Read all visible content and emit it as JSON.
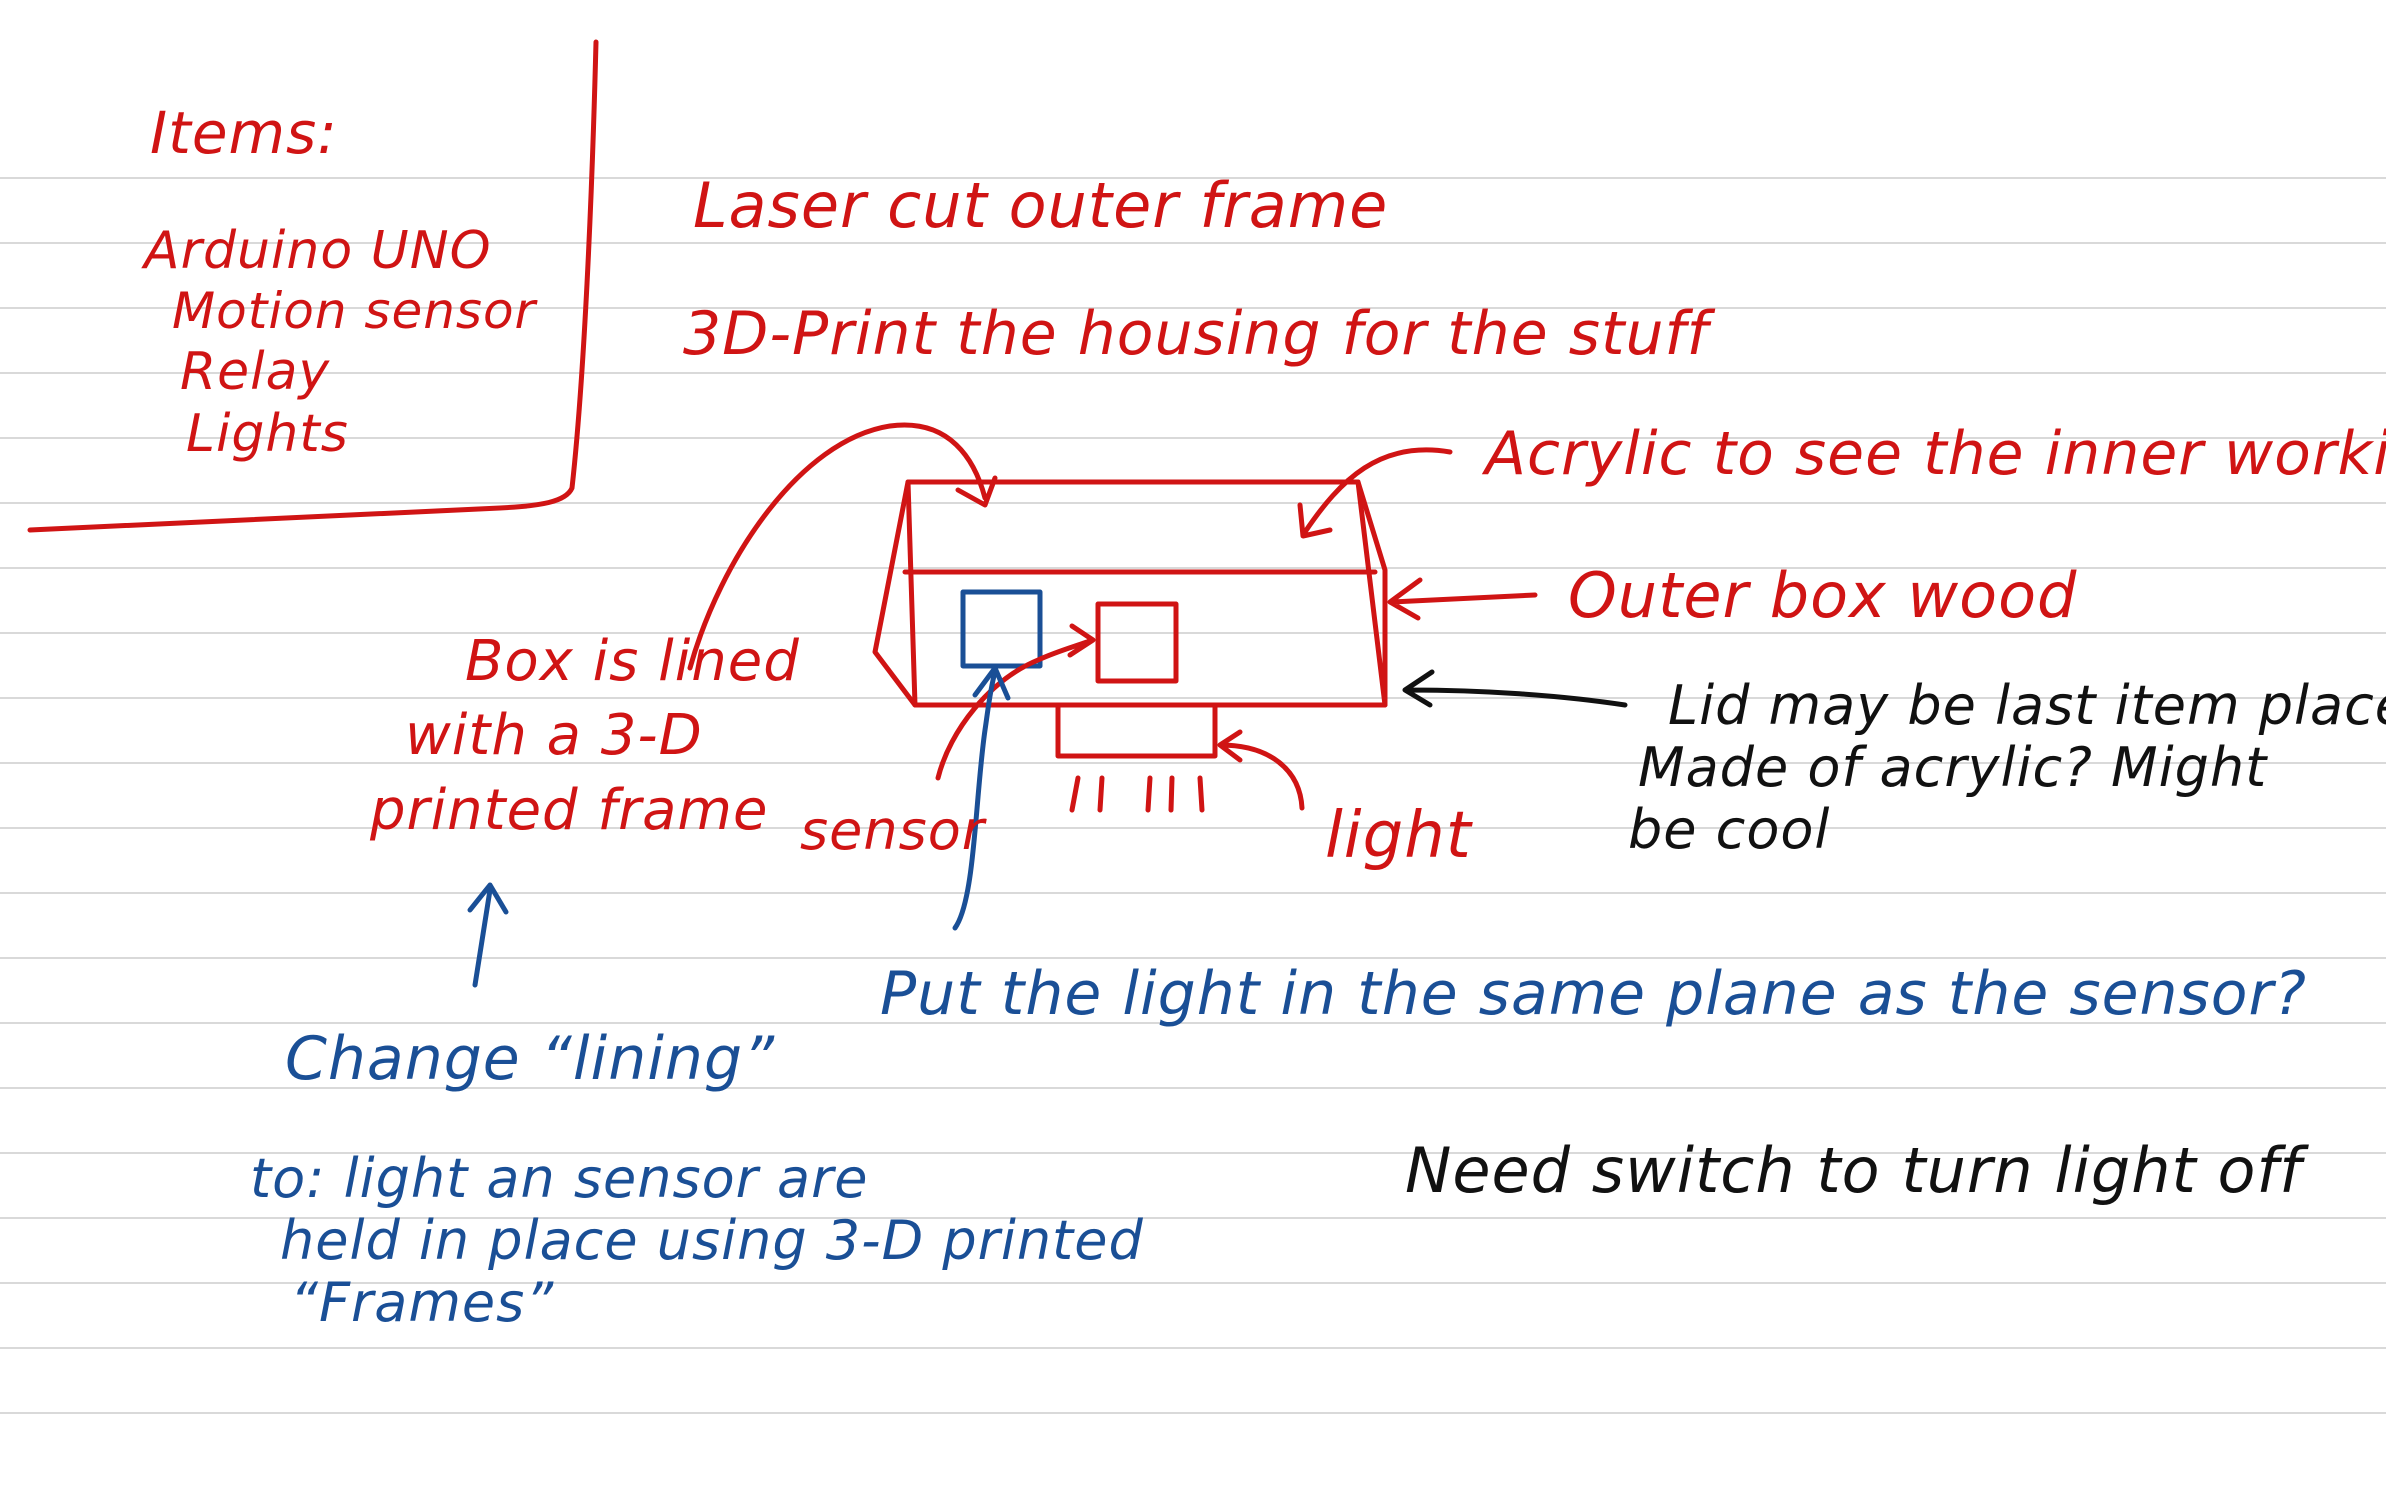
{
  "colors": {
    "red_ink": "#d01414",
    "blue_ink": "#1a4f96",
    "black_ink": "#111111",
    "rule_line": "#d9d9d9"
  },
  "items_list": {
    "heading": "Items:",
    "entries": [
      "Arduino UNO",
      "Motion sensor",
      "Relay",
      "Lights"
    ]
  },
  "notes": {
    "laser_cut": "Laser cut outer frame",
    "print_housing": "3D-Print the housing for the stuff",
    "acrylic": "Acrylic to see the inner workings",
    "outer_box": "Outer box wood",
    "lid": [
      "Lid may be last item placed.",
      "Made of acrylic? Might",
      "be cool"
    ],
    "box_lined": [
      "Box is lined",
      "with a 3-D",
      "printed frame"
    ],
    "sensor_label": "sensor",
    "light_label": "light",
    "same_plane": "Put the light in the same plane as the sensor?",
    "change_lining": "Change “lining”",
    "to_light": [
      "to: light an sensor are",
      "held in place using 3-D printed",
      "“Frames”"
    ],
    "need_switch": "Need switch to turn light off"
  }
}
